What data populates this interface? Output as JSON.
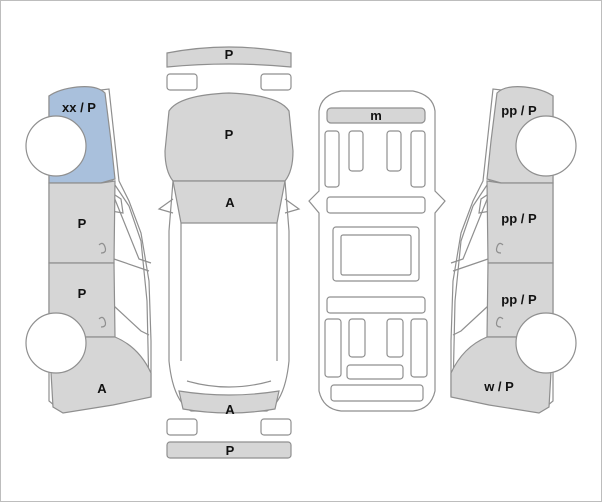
{
  "colors": {
    "painted": "#d6d6d6",
    "highlight": "#a9c0dc",
    "outline": "#8f8f8f",
    "background": "#ffffff"
  },
  "left_side": {
    "front_fender_label": "xx / P",
    "front_door_label": "P",
    "rear_door_label": "P",
    "rear_quarter_label": "A"
  },
  "top_view": {
    "front_bumper_label": "P",
    "hood_label": "P",
    "roof_label": "A",
    "trunk_label": "A",
    "rear_bumper_label": "P"
  },
  "interior": {
    "top_label": "m"
  },
  "right_side": {
    "front_fender_label": "pp / P",
    "front_door_label": "pp / P",
    "rear_door_label": "pp / P",
    "rear_quarter_label": "w / P"
  }
}
